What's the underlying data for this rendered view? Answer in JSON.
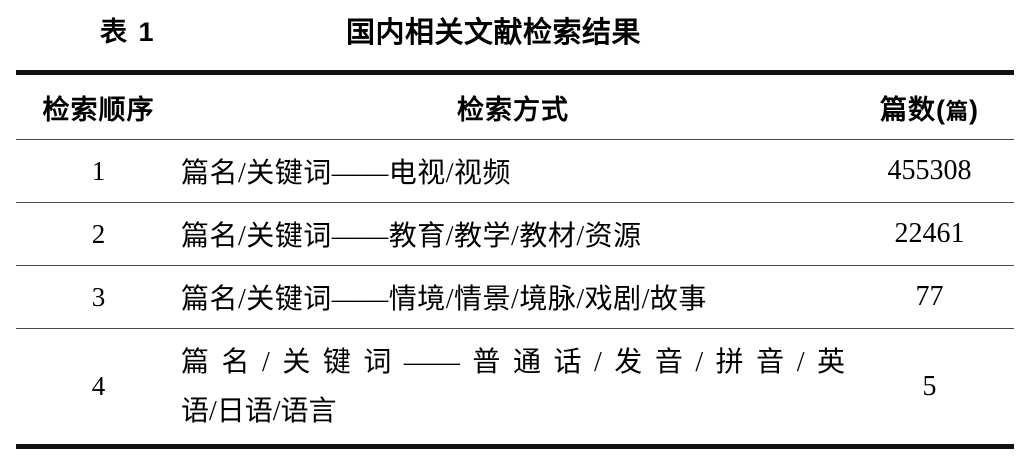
{
  "caption": {
    "label": "表 1",
    "title": "国内相关文献检索结果"
  },
  "table": {
    "headers": {
      "sequence": "检索顺序",
      "method": "检索方式",
      "count_main": "篇数(",
      "count_unit": "篇",
      "count_close": ")",
      "count_full": "篇数(篇)"
    },
    "rows": [
      {
        "sequence": "1",
        "method": "篇名/关键词——电视/视频",
        "count": "455308"
      },
      {
        "sequence": "2",
        "method": "篇名/关键词——教育/教学/教材/资源",
        "count": "22461"
      },
      {
        "sequence": "3",
        "method": "篇名/关键词——情境/情景/境脉/戏剧/故事",
        "count": "77"
      },
      {
        "sequence": "4",
        "method": "篇名/关键词——普通话/发音/拼音/英语/日语/语言",
        "method_line1": "篇名/关键词——普通话/发音/拼音/英",
        "method_line2": "语/日语/语言",
        "count": "5"
      }
    ]
  },
  "colors": {
    "text": "#000000",
    "rule_heavy": "#111111",
    "rule_light": "#4a4a4a",
    "background": "#ffffff"
  }
}
